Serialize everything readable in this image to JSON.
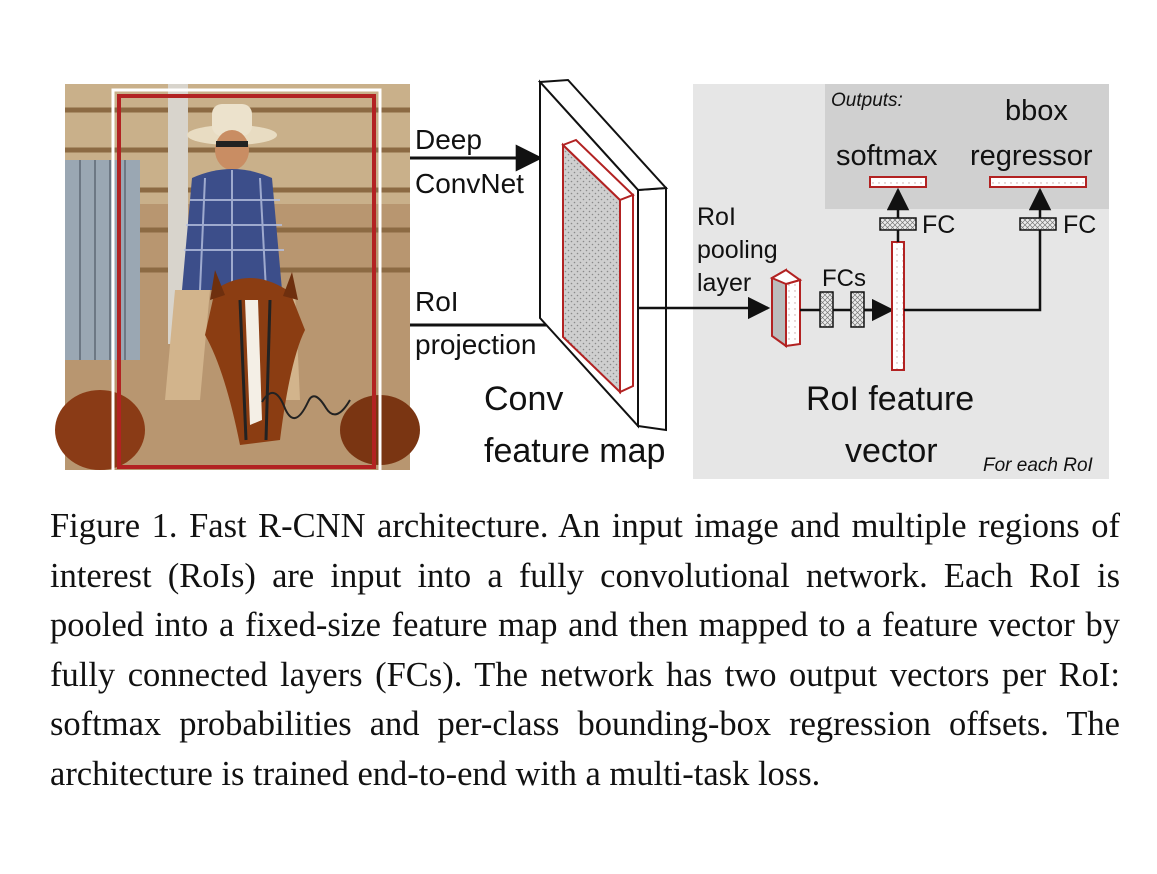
{
  "figure": {
    "labels": {
      "deep_convnet_line1": "Deep",
      "deep_convnet_line2": "ConvNet",
      "roi_projection_line1": "RoI",
      "roi_projection_line2": "projection",
      "conv_feature_map_line1": "Conv",
      "conv_feature_map_line2": "feature map",
      "roi_pooling_line1": "RoI",
      "roi_pooling_line2": "pooling",
      "roi_pooling_line3": "layer",
      "fcs": "FCs",
      "fc_left": "FC",
      "fc_right": "FC",
      "outputs": "Outputs:",
      "softmax": "softmax",
      "bbox_line1": "bbox",
      "bbox_line2": "regressor",
      "roi_feature_vector_line1": "RoI feature",
      "roi_feature_vector_line2": "vector",
      "for_each_roi": "For each RoI"
    },
    "colors": {
      "roi_red": "#b22222",
      "panel_gray": "#e6e6e6",
      "outputs_gray": "#d0d0d0"
    }
  },
  "caption": "Figure 1. Fast R-CNN architecture. An input image and multiple regions of interest (RoIs) are input into a fully convolutional network. Each RoI is pooled into a fixed-size feature map and then mapped to a feature vector by fully connected layers (FCs). The network has two output vectors per RoI: softmax probabilities and per-class bounding-box regression offsets. The architecture is trained end-to-end with a multi-task loss."
}
